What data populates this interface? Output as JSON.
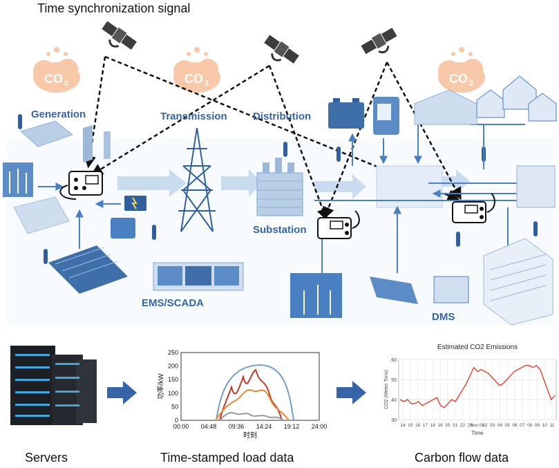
{
  "header": {
    "signal": "Time synchronization signal"
  },
  "co2_label": "CO",
  "co2_sub": "2",
  "grid_labels": {
    "generation": "Generation",
    "transmission": "Transmission",
    "distribution": "Distribution",
    "substation": "Substation",
    "ems": "EMS/SCADA",
    "dms": "DMS"
  },
  "captions": {
    "servers": "Servers",
    "load": "Time-stamped load data",
    "carbon": "Carbon flow data"
  },
  "load_chart": {
    "y_ticks": [
      "250",
      "200",
      "150",
      "100",
      "50",
      "0"
    ],
    "x_ticks": [
      "00:00",
      "04:48",
      "09:36",
      "14:24",
      "19:12",
      "24:00"
    ],
    "ylabel": "功率/kW",
    "xlabel": "时刻",
    "colors": [
      "#6fa0cc",
      "#c0392b",
      "#f08a30",
      "#999999"
    ]
  },
  "chart_data": {
    "type": "line",
    "title": "Estimated CO2 Emissions",
    "xlabel": "Time",
    "ylabel": "CO2 (Metric Tons)",
    "ylim": [
      30,
      60
    ],
    "y_ticks": [
      "60",
      "50",
      "40",
      "30"
    ],
    "x_ticks": [
      "14",
      "15",
      "16",
      "17",
      "18",
      "19",
      "20",
      "21",
      "22",
      "23",
      "Nov 01",
      "02",
      "03",
      "04",
      "05",
      "06",
      "07",
      "08",
      "09",
      "10",
      "11"
    ],
    "series": [
      {
        "color": "#d9442b",
        "values": [
          40,
          39,
          40,
          38,
          38,
          39,
          37,
          38,
          39,
          40,
          41,
          37,
          36,
          38,
          40,
          39,
          42,
          45,
          48,
          52,
          56,
          54,
          55,
          54,
          53,
          51,
          49,
          47,
          48,
          50,
          52,
          54,
          55,
          56,
          57,
          57,
          56,
          57,
          55,
          50,
          45,
          40,
          42
        ]
      }
    ],
    "grid": true
  }
}
